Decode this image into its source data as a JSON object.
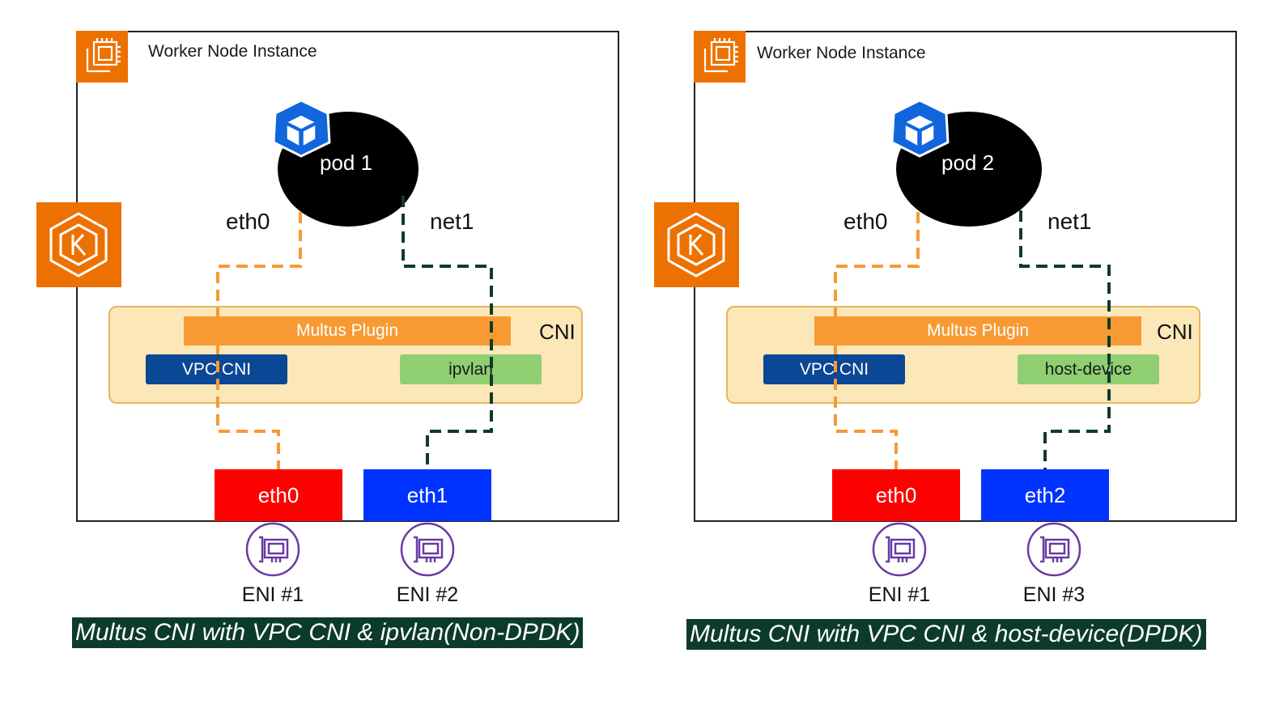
{
  "panels": [
    {
      "node_title": "Worker Node Instance",
      "pod_label": "pod 1",
      "pod_if_left": "eth0",
      "pod_if_right": "net1",
      "multus_label": "Multus Plugin",
      "cni_label": "CNI",
      "vpc_cni_label": "VPC CNI",
      "second_plugin_label": "ipvlan",
      "eth_left_label": "eth0",
      "eth_right_label": "eth1",
      "eni_left_label": "ENI #1",
      "eni_right_label": "ENI #2",
      "caption": "Multus CNI with VPC CNI & ipvlan(Non-DPDK)"
    },
    {
      "node_title": "Worker Node Instance",
      "pod_label": "pod 2",
      "pod_if_left": "eth0",
      "pod_if_right": "net1",
      "multus_label": "Multus Plugin",
      "cni_label": "CNI",
      "vpc_cni_label": "VPC CNI",
      "second_plugin_label": "host-device",
      "eth_left_label": "eth0",
      "eth_right_label": "eth2",
      "eni_left_label": "ENI #1",
      "eni_right_label": "ENI #3",
      "caption": "Multus CNI with VPC CNI & host-device(DPDK)"
    }
  ],
  "icons": {
    "instance": "ec2-instance-icon",
    "cluster": "kubernetes-eks-icon",
    "pod": "kubernetes-pod-icon",
    "eni": "network-interface-icon"
  },
  "colors": {
    "aws_orange": "#ed7100",
    "eth0_path": "#f79a33",
    "net1_path": "#0f3b2b",
    "vpc_cni": "#0a4794",
    "second_plugin": "#8fcf72",
    "eth_left": "#fd0000",
    "eth_right": "#0033ff",
    "eni_icon": "#6a3aa6"
  }
}
